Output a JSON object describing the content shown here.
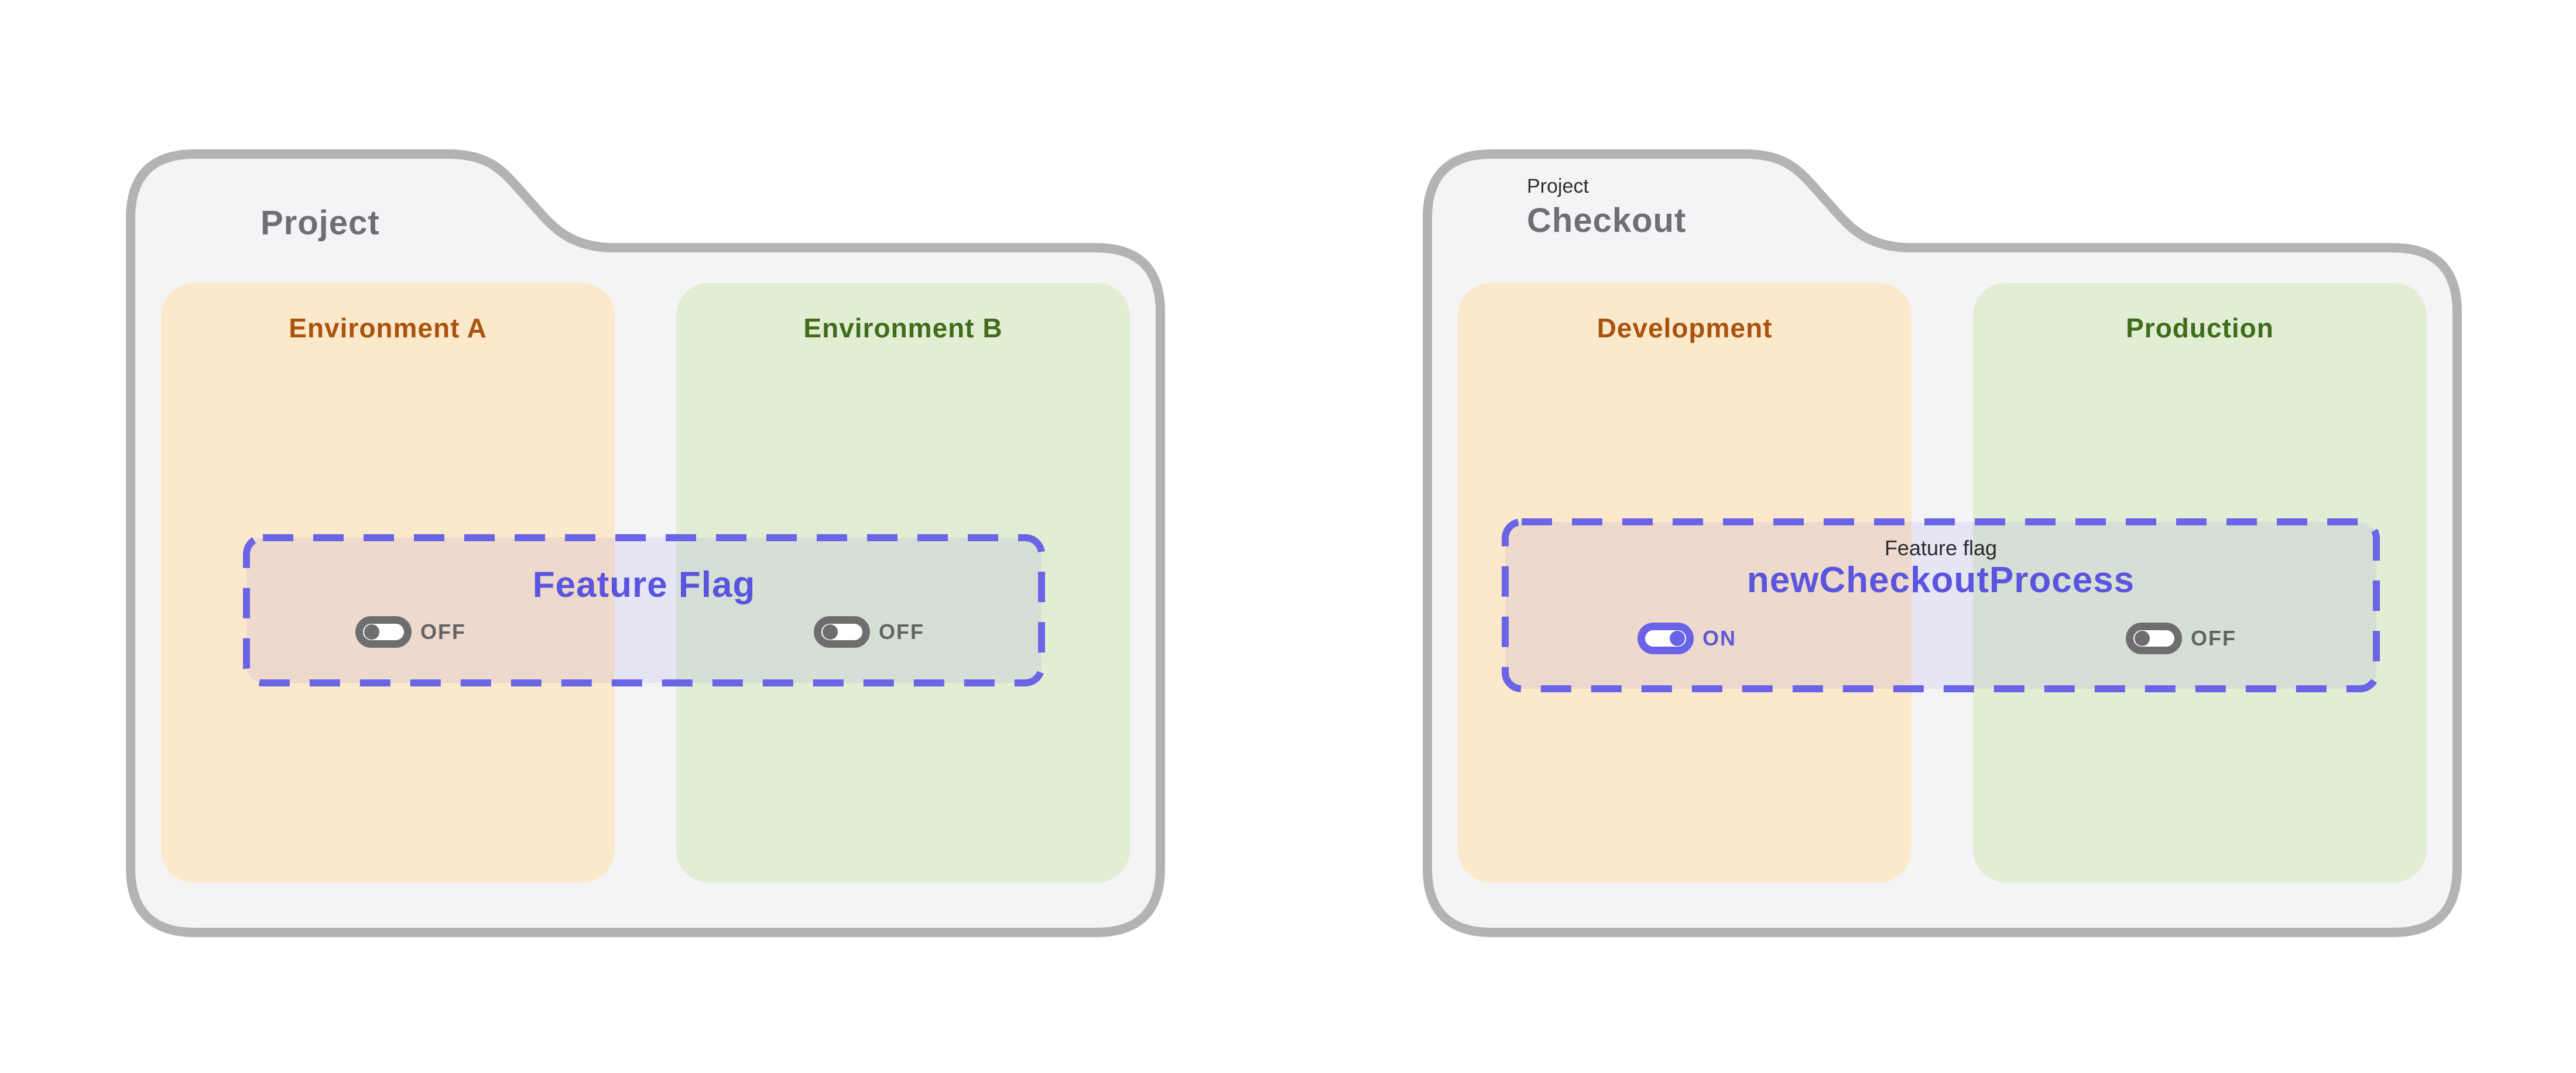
{
  "page": {
    "background": "#ffffff"
  },
  "colors": {
    "folder_border": "#b3b3b6",
    "folder_fill": "#f4f4f7",
    "orange_card": "#fce8ca",
    "green_card": "#e1eed4",
    "orange_text": "#a9530e",
    "green_text": "#3f6d1b",
    "purple_accent": "#6a63e8",
    "purple_text": "#5a54de",
    "gray_toggle": "#6e6e71",
    "title_gray": "#6f6f73"
  },
  "folders": [
    {
      "title": "Project",
      "environments": [
        {
          "name": "Environment A",
          "theme": "orange",
          "toggle": {
            "state": "off",
            "label": "OFF"
          }
        },
        {
          "name": "Environment B",
          "theme": "green",
          "toggle": {
            "state": "off",
            "label": "OFF"
          }
        }
      ],
      "feature_flag": {
        "name": "Feature Flag"
      }
    },
    {
      "title_small": "Project",
      "title": "Checkout",
      "environments": [
        {
          "name": "Development",
          "theme": "orange",
          "toggle": {
            "state": "on",
            "label": "ON"
          }
        },
        {
          "name": "Production",
          "theme": "green",
          "toggle": {
            "state": "off",
            "label": "OFF"
          }
        }
      ],
      "feature_flag": {
        "label_small": "Feature flag",
        "name": "newCheckoutProcess"
      }
    }
  ]
}
